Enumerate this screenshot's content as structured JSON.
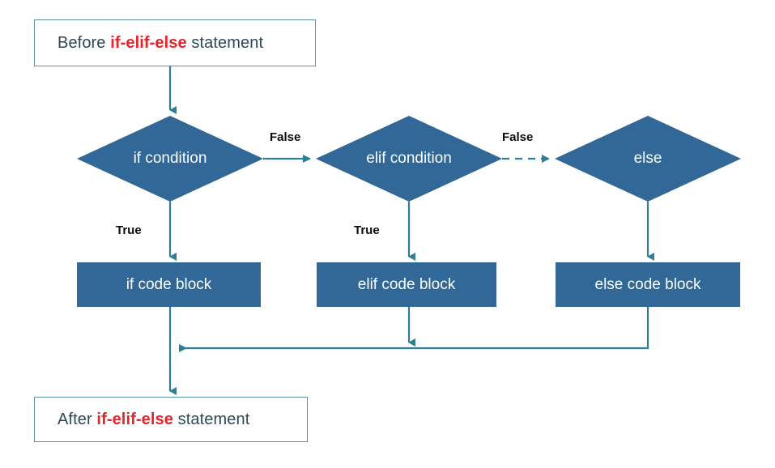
{
  "diagram": {
    "title": "if-elif-else statement flowchart",
    "colors": {
      "shape_fill": "#316897",
      "shape_text": "#ffffff",
      "terminator_border": "#5d93a6",
      "terminator_text": "#2b4a53",
      "keyword_red": "#e8242a",
      "connector": "#2e7f95",
      "background": "#ffffff"
    },
    "terminators": {
      "before": {
        "prefix": "Before ",
        "keyword": "if-elif-else",
        "suffix": " statement"
      },
      "after": {
        "prefix": "After ",
        "keyword": "if-elif-else",
        "suffix": " statement"
      }
    },
    "decisions": [
      {
        "id": "if",
        "label": "if condition"
      },
      {
        "id": "elif",
        "label": "elif condition"
      },
      {
        "id": "else",
        "label": "else"
      }
    ],
    "processes": [
      {
        "id": "if",
        "label": "if code block"
      },
      {
        "id": "elif",
        "label": "elif code block"
      },
      {
        "id": "else",
        "label": "else code block"
      }
    ],
    "edge_labels": {
      "false_if_to_elif": "False",
      "false_elif_to_else": "False",
      "true_if": "True",
      "true_elif": "True"
    },
    "edges": [
      {
        "from": "before",
        "to": "if-condition",
        "label": "",
        "style": "solid"
      },
      {
        "from": "if-condition",
        "to": "elif-condition",
        "label": "False",
        "style": "solid"
      },
      {
        "from": "elif-condition",
        "to": "else",
        "label": "False",
        "style": "dashed"
      },
      {
        "from": "if-condition",
        "to": "if-code-block",
        "label": "True",
        "style": "solid"
      },
      {
        "from": "elif-condition",
        "to": "elif-code-block",
        "label": "True",
        "style": "solid"
      },
      {
        "from": "else",
        "to": "else-code-block",
        "label": "",
        "style": "solid"
      },
      {
        "from": "if-code-block",
        "to": "after",
        "label": "",
        "style": "solid"
      },
      {
        "from": "elif-code-block",
        "to": "after",
        "label": "",
        "style": "solid"
      },
      {
        "from": "else-code-block",
        "to": "after",
        "label": "",
        "style": "solid"
      }
    ]
  }
}
